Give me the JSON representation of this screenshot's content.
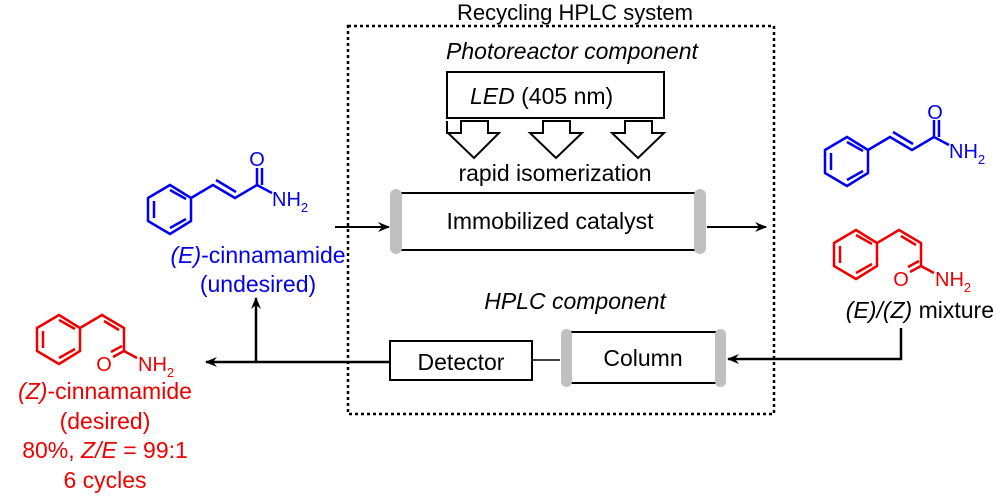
{
  "system": {
    "title": "Recycling HPLC system"
  },
  "photoreactor": {
    "heading": "Photoreactor component",
    "led_italic": "LED",
    "led_wavelength": " (405 nm)",
    "process": "rapid isomerization",
    "catalyst": "Immobilized catalyst"
  },
  "hplc": {
    "heading": "HPLC component",
    "detector": "Detector",
    "column": "Column"
  },
  "e_isomer": {
    "label_italic": "(E)",
    "label_rest": "-cinnamamide",
    "status": "(undesired)",
    "group": "NH",
    "sub": "2",
    "oxygen": "O",
    "color": "#0000ee"
  },
  "z_isomer": {
    "label_italic": "(Z)",
    "label_rest": "-cinnamamide",
    "status": "(desired)",
    "yield_prefix": "80%, ",
    "ratio_italic": "Z/E",
    "ratio_rest": " = 99:1",
    "cycles": "6 cycles",
    "group": "NH",
    "sub": "2",
    "oxygen": "O",
    "color": "#ee0000"
  },
  "mixture": {
    "label_italic": "(E)/(Z)",
    "label_rest": " mixture"
  },
  "colors": {
    "ink": "#000000",
    "tube_cap": "#c0c0c0",
    "e_isomer": "#0000ee",
    "z_isomer": "#ee0000"
  }
}
